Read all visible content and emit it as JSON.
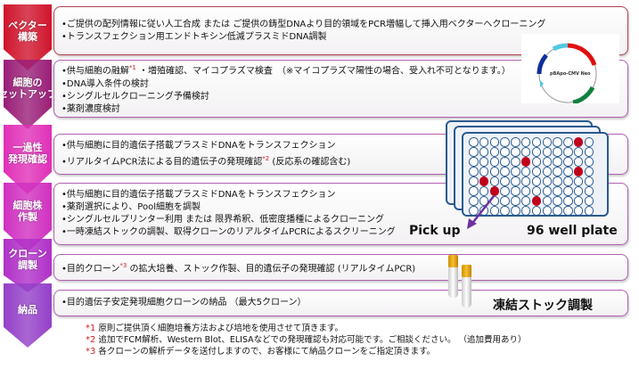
{
  "steps": [
    {
      "label": "ベクター\n構築",
      "color": "#d0142c",
      "lines": [
        {
          "text": "•ご提供の配列情報に従い人工合成 または ご提供の鋳型DNAより目的領域をPCR増幅して挿入用ベクターへクローニング"
        },
        {
          "text": "•トランスフェクション用エンドトキシン低減プラスミドDNA調製"
        }
      ]
    },
    {
      "label": "細胞の\nセットアップ",
      "color": "#9a1e78",
      "lines": [
        {
          "text": "•供与細胞の融解",
          "sup": "*1",
          "after": " ・増殖確認、マイコプラズマ検査　（※マイコプラズマ陽性の場合、受入れ不可となります。）"
        },
        {
          "text": "•DNA導入条件の検討"
        },
        {
          "text": "•シングルセルクローニング予備検討"
        },
        {
          "text": "•薬剤濃度検討"
        }
      ]
    },
    {
      "label": "一過性\n発現確認",
      "color": "#e030b8",
      "lines": [
        {
          "text": "•供与細胞に目的遺伝子搭載プラスミドDNAをトランスフェクション"
        },
        {
          "text": "•リアルタイムPCR法による目的遺伝子の発現確認",
          "sup": "*2",
          "after": " (反応系の確認含む)"
        }
      ]
    },
    {
      "label": "細胞株\n作製",
      "color": "#d030c0",
      "lines": [
        {
          "text": "•供与細胞に目的遺伝子搭載プラスミドDNAをトランスフェクション"
        },
        {
          "text": "•薬剤選択により、Pool細胞を調製"
        },
        {
          "text": "•シングルセルプリンター利用 または 限界希釈、低密度播種によるクローニング"
        },
        {
          "text": "•一時凍結ストックの調製、取得クローンのリアルタイムPCRによるスクリーニング"
        }
      ]
    },
    {
      "label": "クローン\n調製",
      "color": "#b030c8",
      "lines": [
        {
          "text": "•目的クローン",
          "sup": "*3",
          "after": " の拡大培養、ストック作製、目的遺伝子の発現確認 (リアルタイムPCR)"
        }
      ]
    },
    {
      "label": "納品",
      "color": "#9440c8",
      "lines": [
        {
          "text": "•目的遺伝子安定発現細胞クローンの納品 （最大5クローン）"
        }
      ]
    }
  ],
  "plasmid": {
    "name": "pBApo-CMV Neo"
  },
  "plate": {
    "pickup_label": "Pick up",
    "plate_label": "96 well plate",
    "rows": 8,
    "cols": 12,
    "hits": [
      [
        0,
        10
      ],
      [
        2,
        5
      ],
      [
        3,
        10
      ],
      [
        4,
        1
      ],
      [
        5,
        2
      ],
      [
        6,
        6
      ]
    ]
  },
  "stock_label": "凍結ストック調製",
  "footnotes": [
    {
      "mark": "*1",
      "text": " 原則ご提供頂く細胞培養方法および培地を使用させて頂きます。"
    },
    {
      "mark": "*2",
      "text": " 追加でFCM解析、Western Blot、ELISAなどでの発現確認も対応可能です。ご相談ください。 （追加費用あり）"
    },
    {
      "mark": "*3",
      "text": " 各クローンの解析データを送付しますので、お客様にて納品クローンをご指定頂きます。"
    }
  ]
}
